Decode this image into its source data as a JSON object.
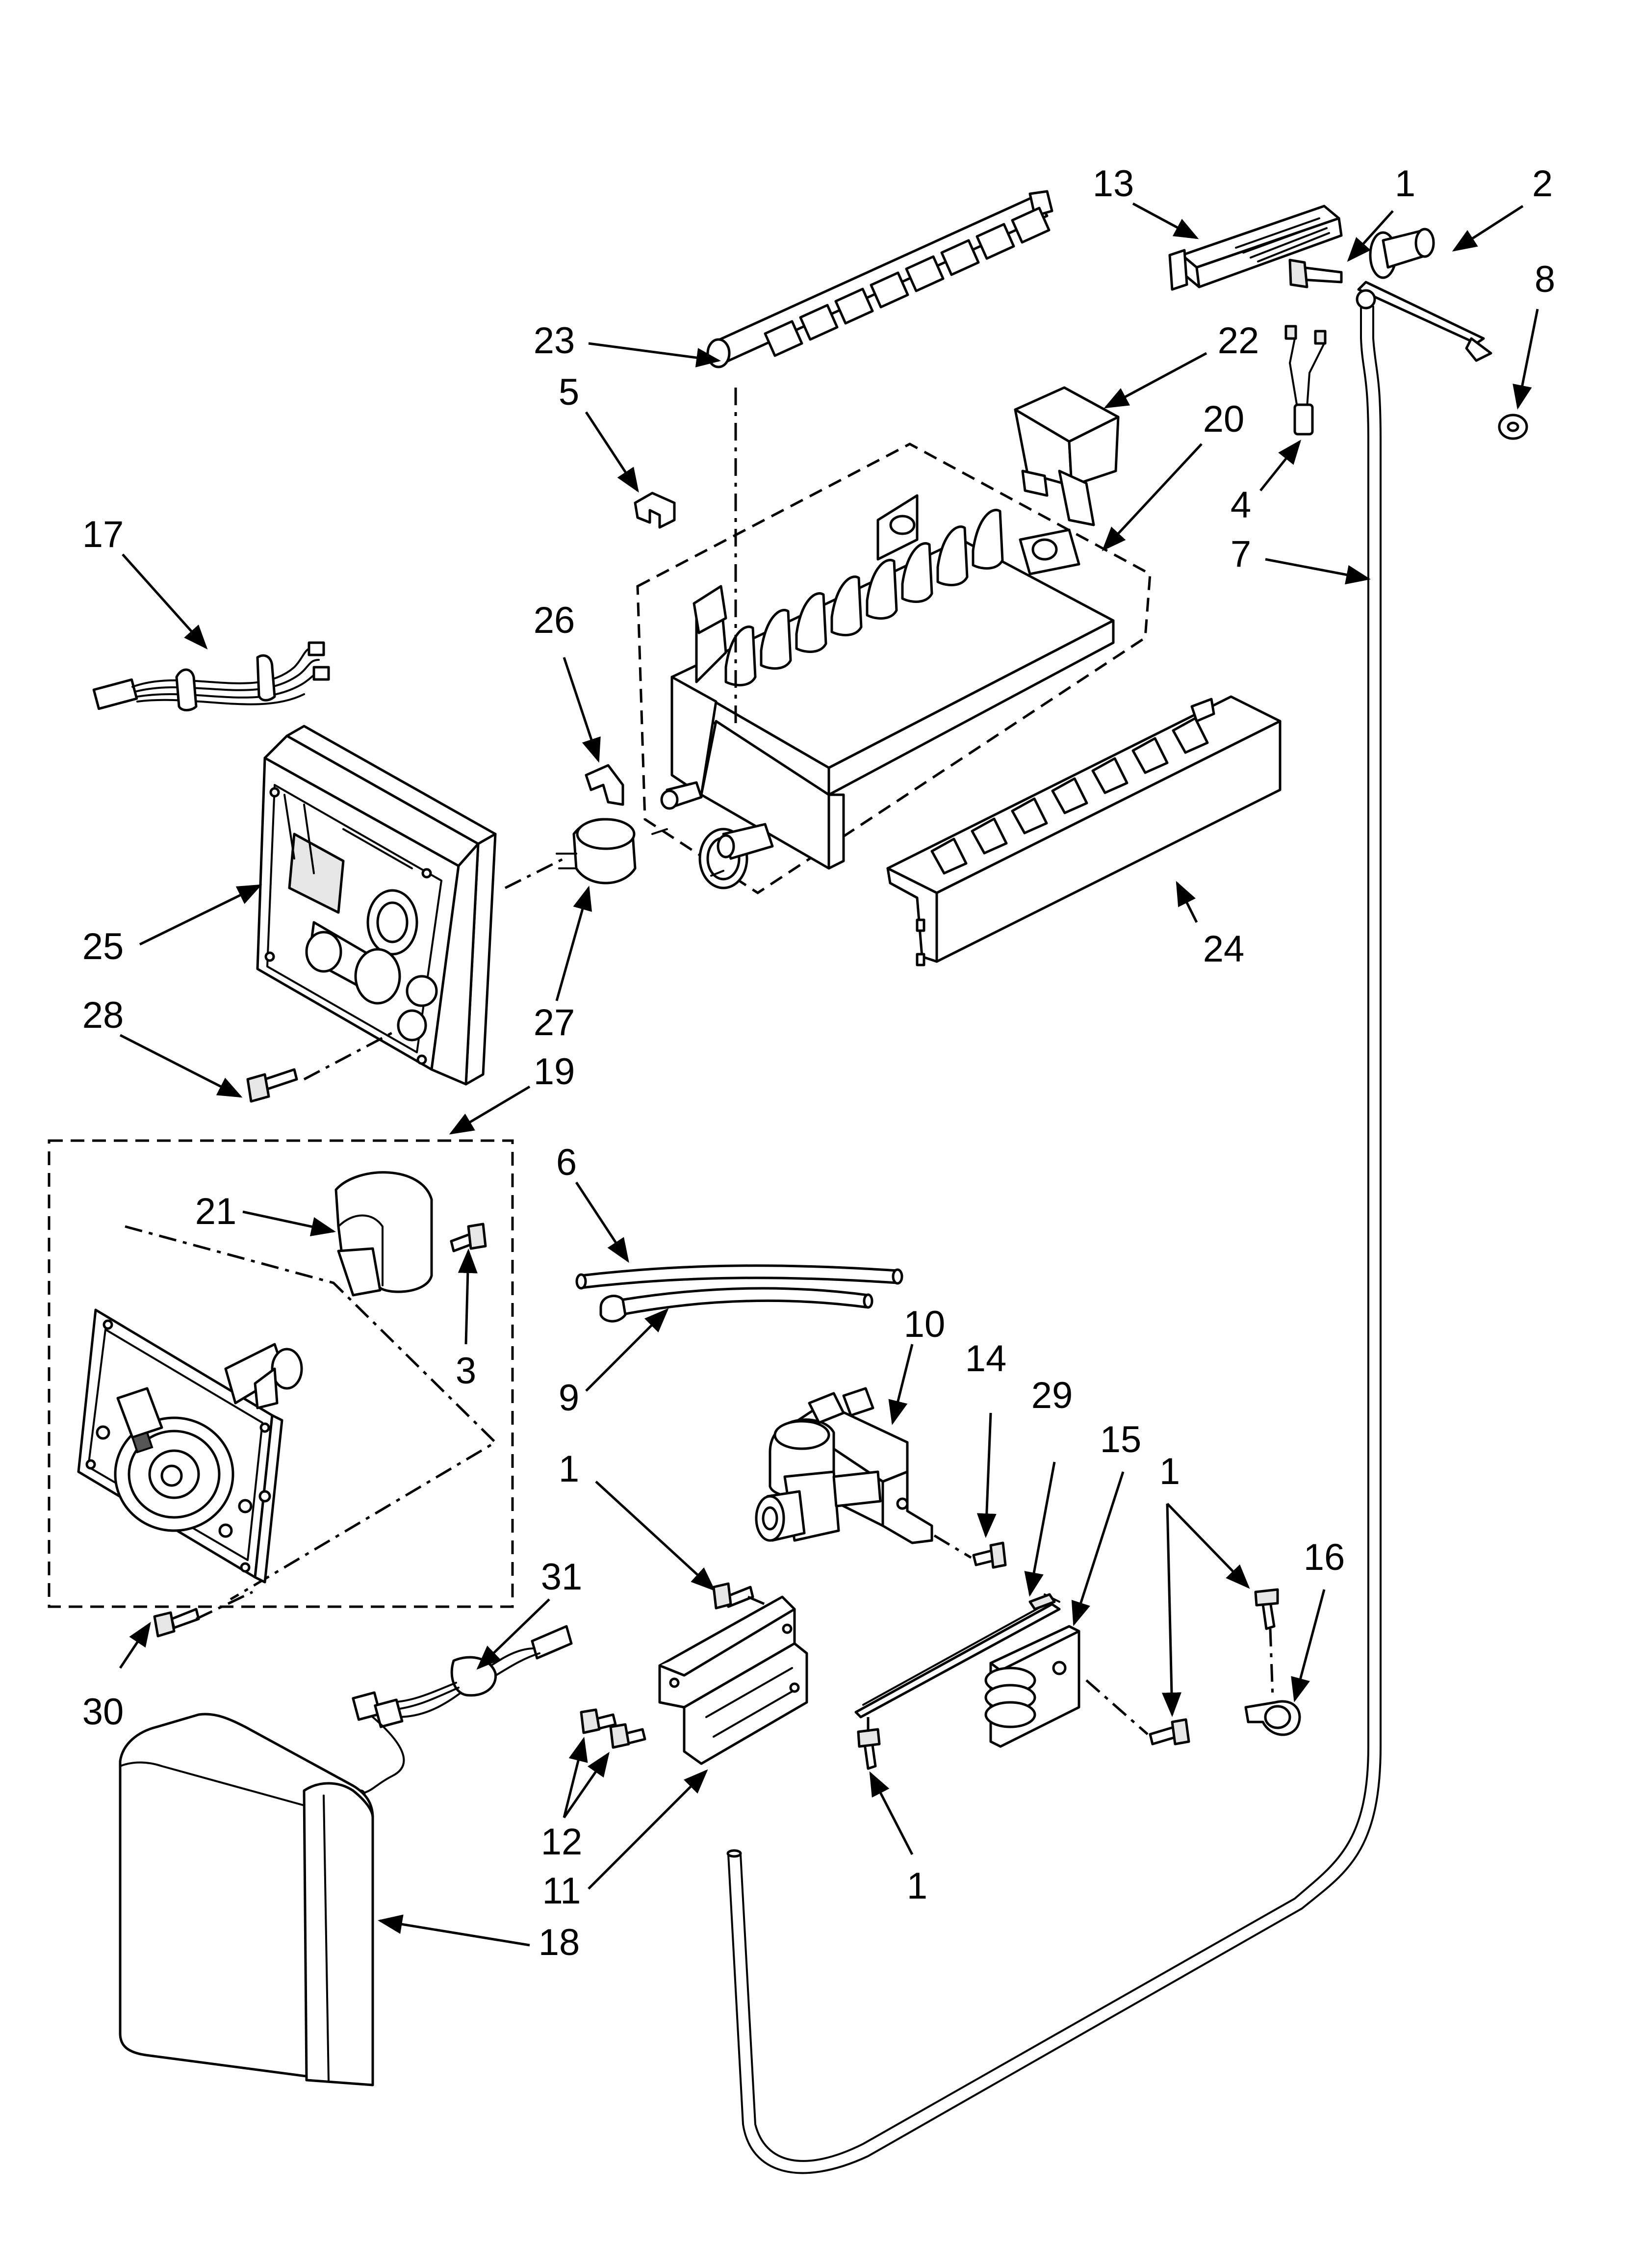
{
  "diagram": {
    "type": "exploded-parts-diagram",
    "callouts": [
      {
        "id": "c13",
        "label": "13"
      },
      {
        "id": "c1a",
        "label": "1"
      },
      {
        "id": "c2",
        "label": "2"
      },
      {
        "id": "c8",
        "label": "8"
      },
      {
        "id": "c23",
        "label": "23"
      },
      {
        "id": "c22",
        "label": "22"
      },
      {
        "id": "c5",
        "label": "5"
      },
      {
        "id": "c20",
        "label": "20"
      },
      {
        "id": "c4",
        "label": "4"
      },
      {
        "id": "c7",
        "label": "7"
      },
      {
        "id": "c17",
        "label": "17"
      },
      {
        "id": "c26",
        "label": "26"
      },
      {
        "id": "c25",
        "label": "25"
      },
      {
        "id": "c24",
        "label": "24"
      },
      {
        "id": "c27",
        "label": "27"
      },
      {
        "id": "c28",
        "label": "28"
      },
      {
        "id": "c19",
        "label": "19"
      },
      {
        "id": "c6",
        "label": "6"
      },
      {
        "id": "c21",
        "label": "21"
      },
      {
        "id": "c3",
        "label": "3"
      },
      {
        "id": "c10",
        "label": "10"
      },
      {
        "id": "c9",
        "label": "9"
      },
      {
        "id": "c14",
        "label": "14"
      },
      {
        "id": "c29",
        "label": "29"
      },
      {
        "id": "c15",
        "label": "15"
      },
      {
        "id": "c1b",
        "label": "1"
      },
      {
        "id": "c1c",
        "label": "1"
      },
      {
        "id": "c16",
        "label": "16"
      },
      {
        "id": "c31",
        "label": "31"
      },
      {
        "id": "c30",
        "label": "30"
      },
      {
        "id": "c12",
        "label": "12"
      },
      {
        "id": "c11",
        "label": "11"
      },
      {
        "id": "c1d",
        "label": "1"
      },
      {
        "id": "c18",
        "label": "18"
      }
    ]
  }
}
